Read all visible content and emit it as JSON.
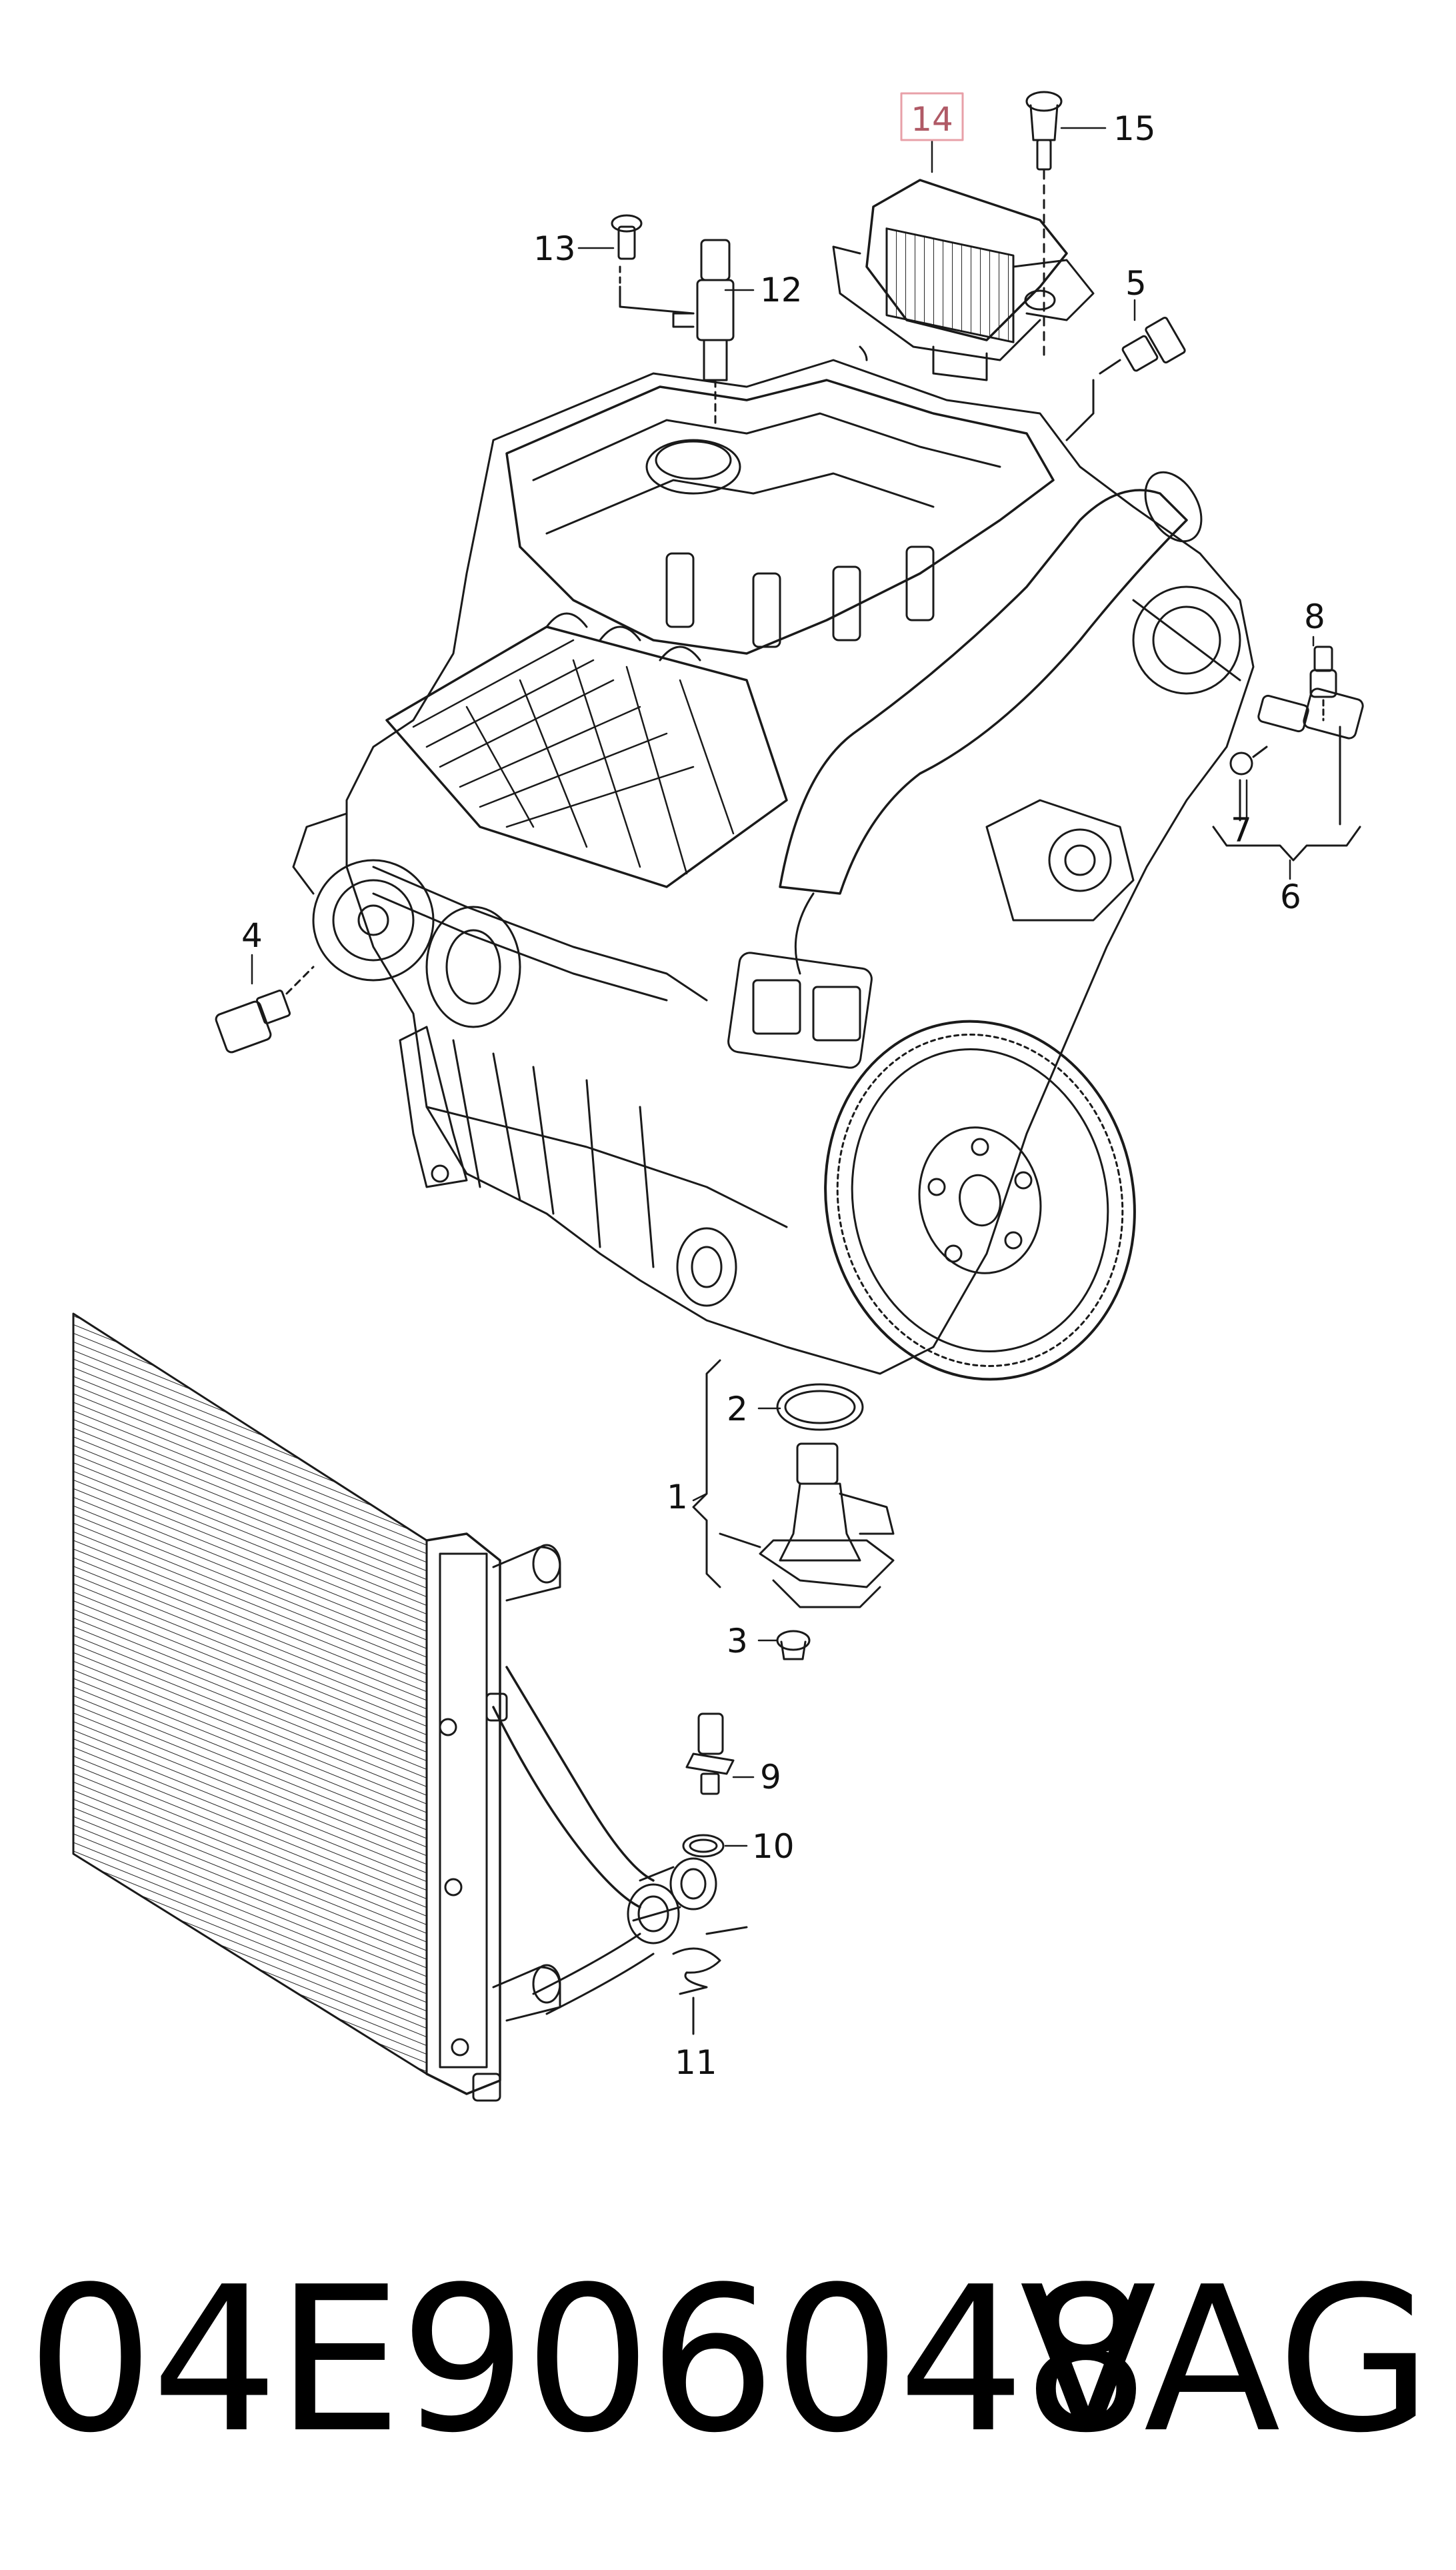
{
  "callouts": {
    "c1": "1",
    "c2": "2",
    "c3": "3",
    "c4": "4",
    "c5": "5",
    "c6": "6",
    "c7": "7",
    "c8": "8",
    "c9": "9",
    "c10": "10",
    "c11": "11",
    "c12": "12",
    "c13": "13",
    "c14": "14",
    "c15": "15"
  },
  "highlight_color": "#e8a0a8",
  "footer": {
    "part_number": "04E906048",
    "brand": "VAG"
  }
}
